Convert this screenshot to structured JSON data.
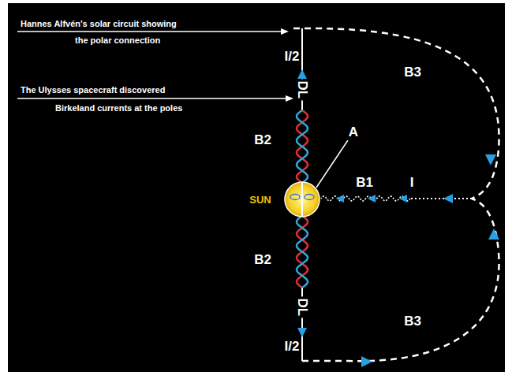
{
  "diagram": {
    "nodes": [
      {
        "text": [
          "SUN"
        ]
      }
    ],
    "labels": [
      "Hannes Alfvén's solar circuit showing",
      "the polar connection",
      "The Ulysses spacecraft discovered",
      "Birkeland currents at the poles",
      "I/2",
      "DL",
      "B2",
      "A",
      "B1",
      "I",
      "B3",
      "B2",
      "DL",
      "I/2",
      "B3"
    ]
  }
}
